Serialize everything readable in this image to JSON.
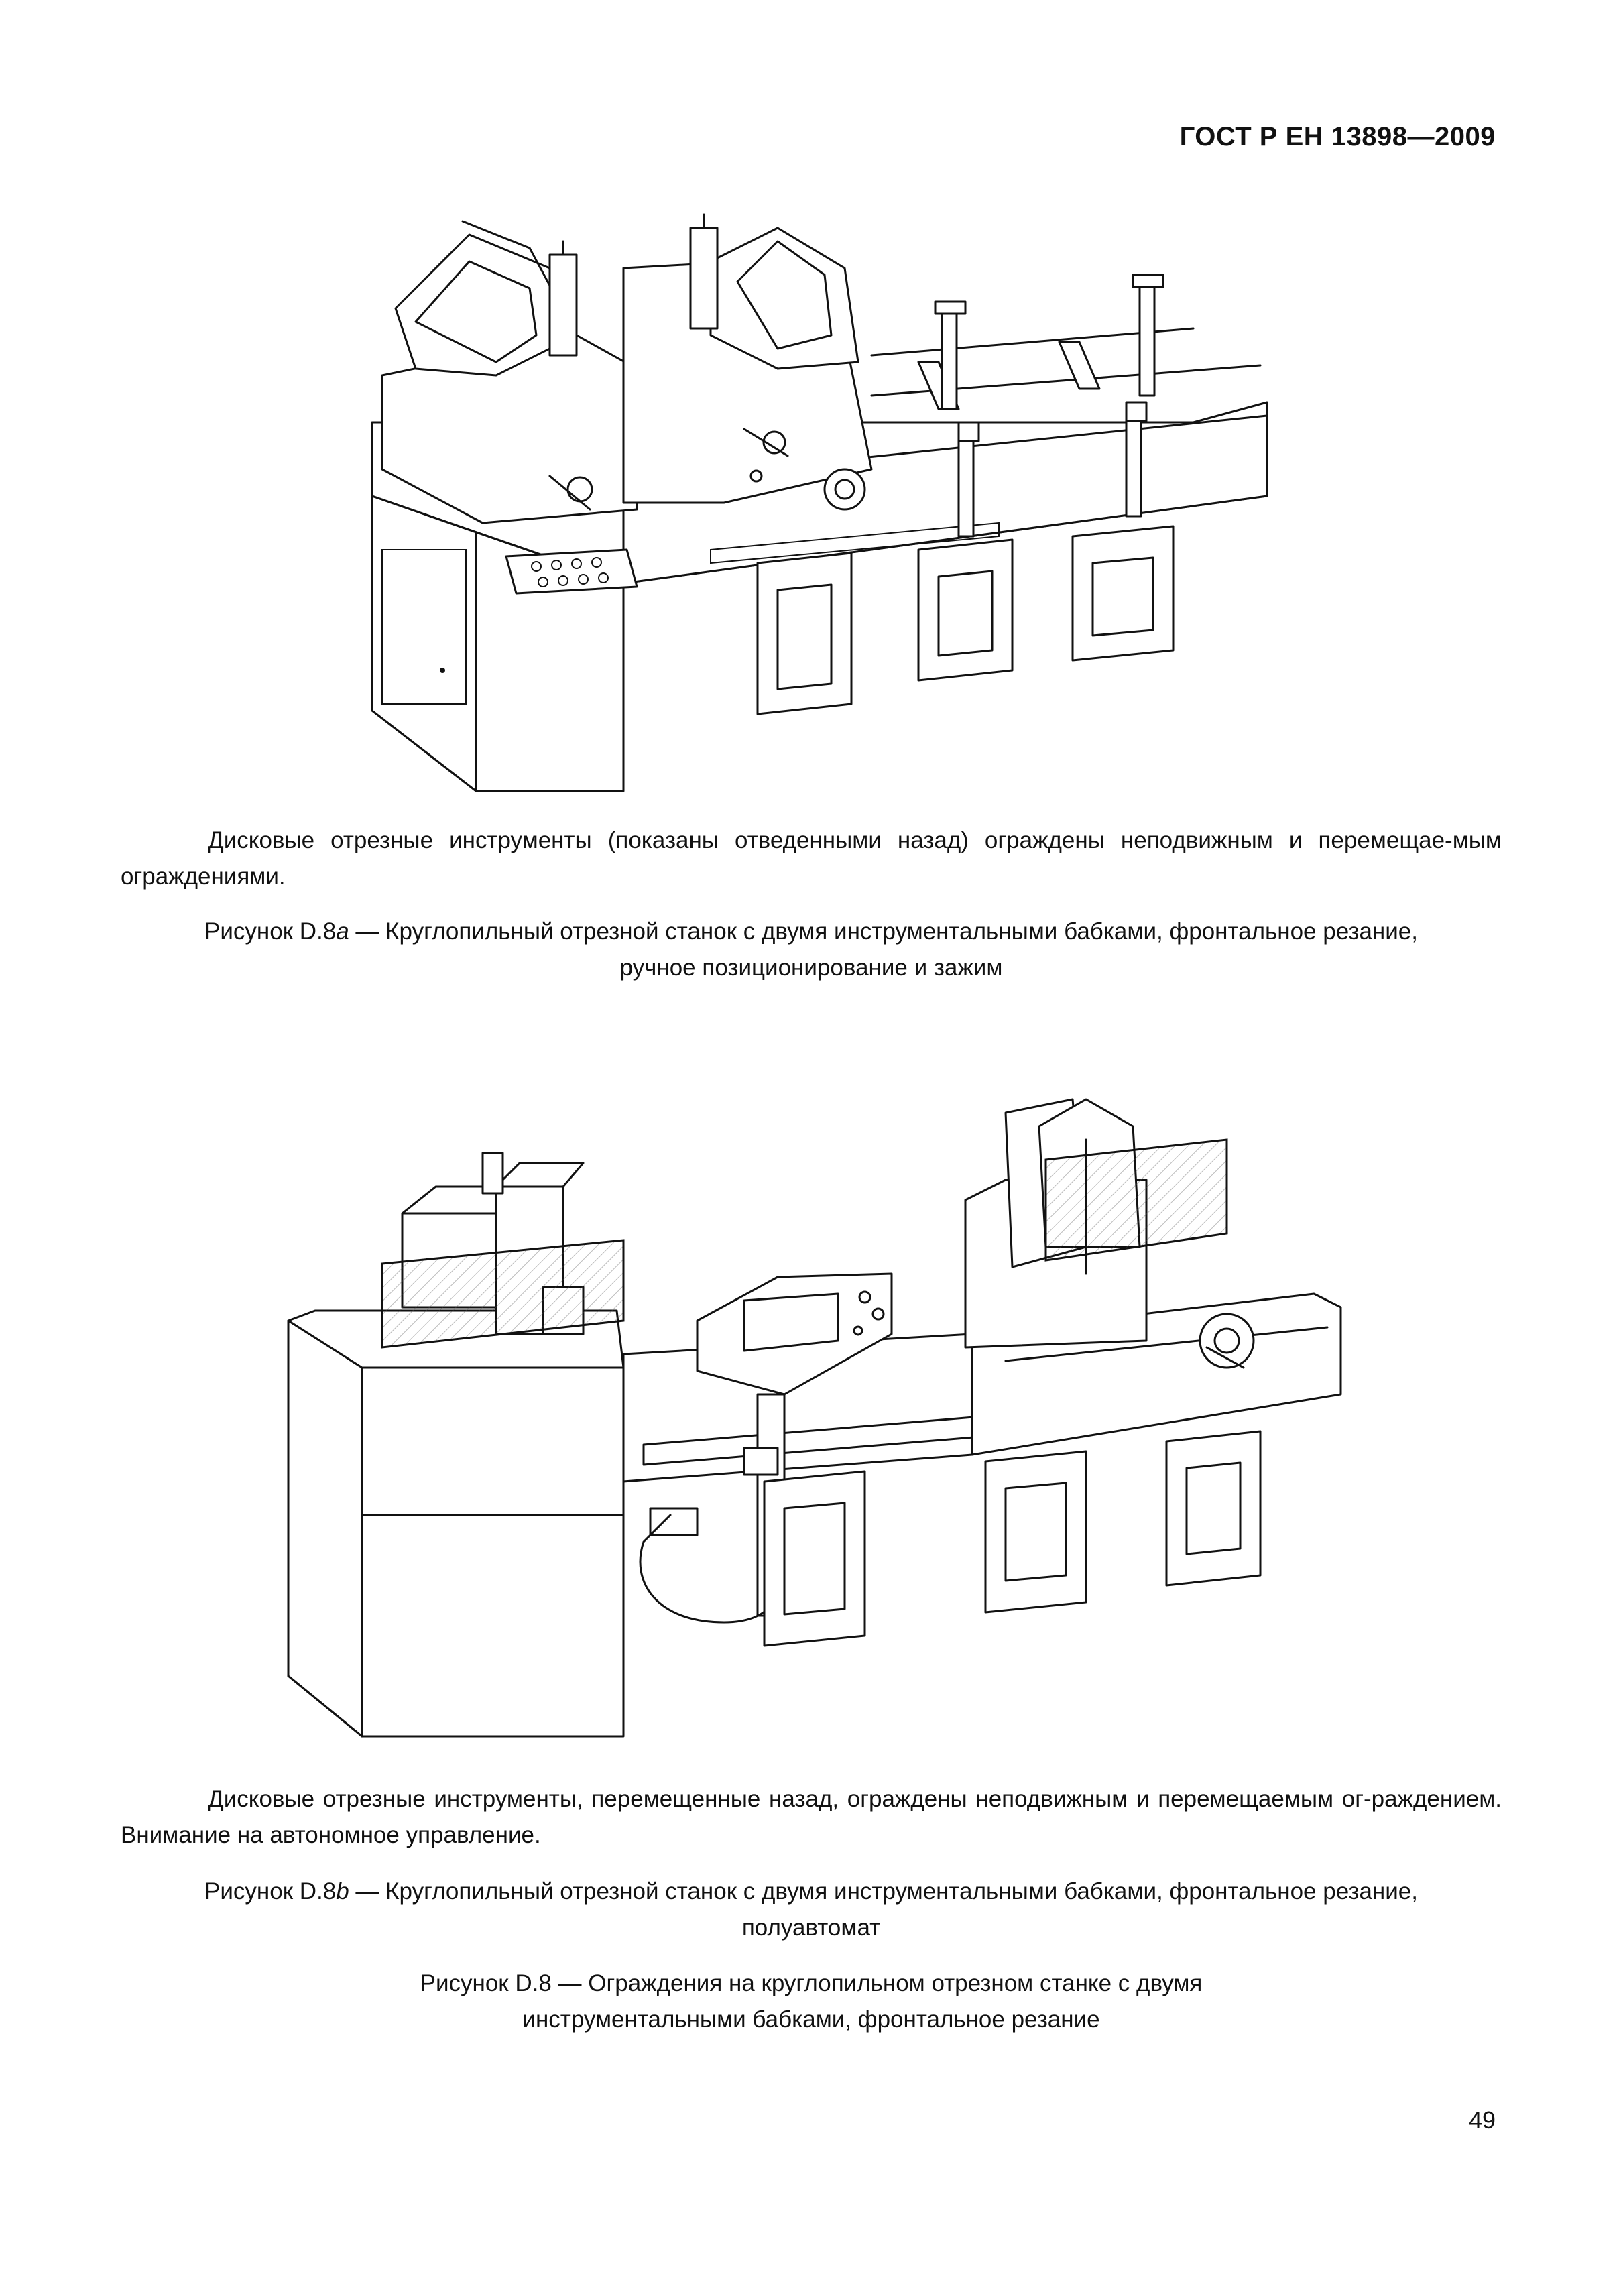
{
  "header": {
    "standard": "ГОСТ Р ЕН 13898—2009"
  },
  "figure_a": {
    "note": "Дисковые отрезные инструменты (показаны отведенными назад) ограждены неподвижным и перемещае-мым ограждениями.",
    "caption_prefix": "Рисунок D.8",
    "caption_letter": "a",
    "caption_rest_line1": " — Круглопильный отрезной станок  с двумя инструментальными бабками, фронтальное резание,",
    "caption_line2": "ручное позиционирование и зажим"
  },
  "figure_b": {
    "note": "Дисковые отрезные инструменты,  перемещенные назад, ограждены неподвижным и перемещаемым ог-раждением. Внимание на автономное управление.",
    "caption_prefix": "Рисунок D.8",
    "caption_letter": "b",
    "caption_rest_line1": " — Круглопильный отрезной станок с двумя инструментальными бабками, фронтальное резание,",
    "caption_line2": "полуавтомат"
  },
  "figure_main": {
    "caption_line1": "Рисунок D.8 — Ограждения на круглопильном отрезном станке с двумя",
    "caption_line2": "инструментальными бабками, фронтальное резание"
  },
  "footer": {
    "page_number": "49"
  }
}
